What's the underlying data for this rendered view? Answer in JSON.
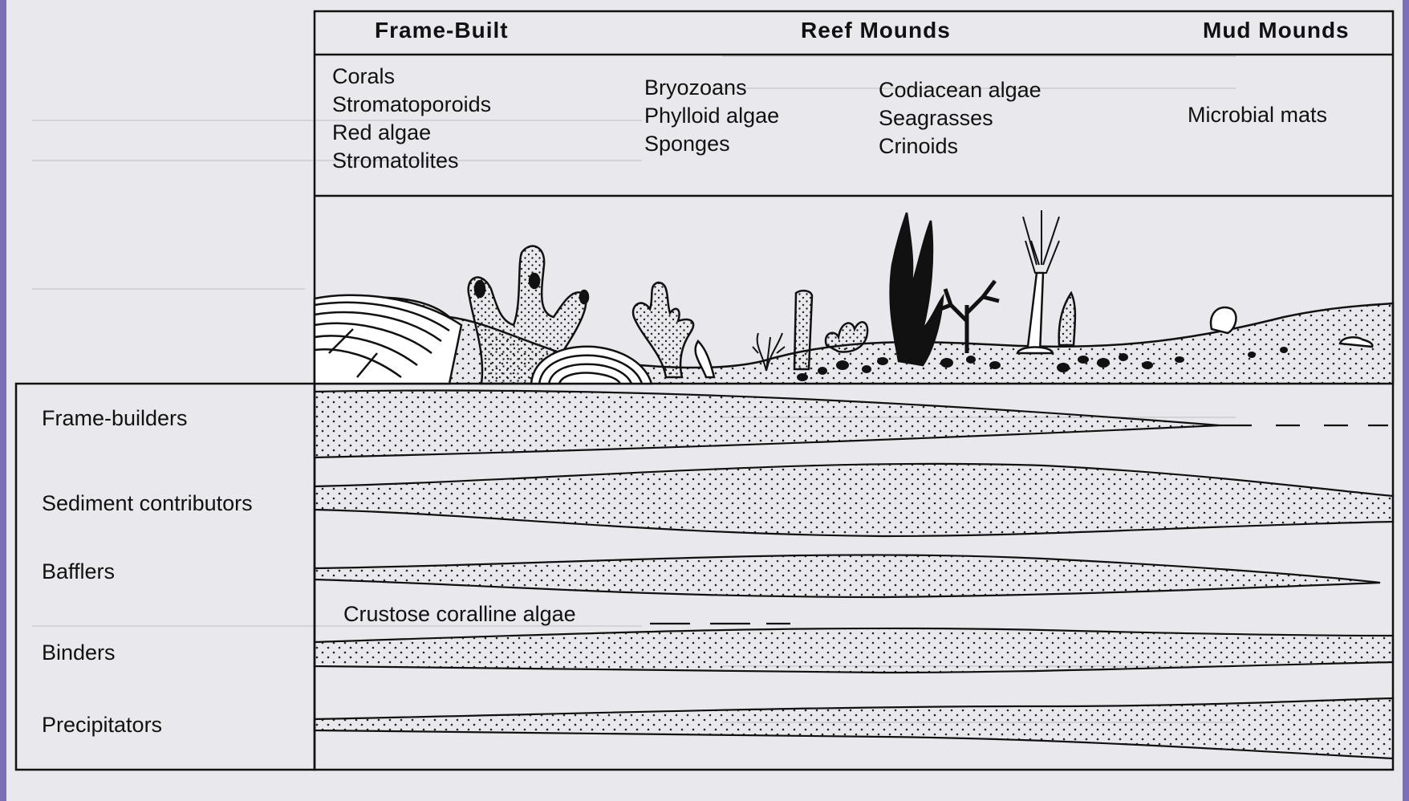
{
  "headers": {
    "frame_built": "Frame-Built",
    "reef_mounds": "Reef Mounds",
    "mud_mounds": "Mud Mounds"
  },
  "organisms": {
    "frame_built": [
      "Corals",
      "Stromatoporoids",
      "Red algae",
      "Stromatolites"
    ],
    "reef_mounds_a": [
      "Bryozoans",
      "Phylloid algae",
      "Sponges"
    ],
    "reef_mounds_b": [
      "Codiacean algae",
      "Seagrasses",
      "Crinoids"
    ],
    "mud_mounds": [
      "Microbial mats"
    ]
  },
  "rows": [
    "Frame-builders",
    "Sediment contributors",
    "Bafflers",
    "Binders",
    "Precipitators"
  ],
  "annotations": {
    "crustose": "Crustose coralline algae"
  },
  "colors": {
    "border_band": "#7b6fb6",
    "paper": "#e9e8ec",
    "ink": "#111111"
  }
}
